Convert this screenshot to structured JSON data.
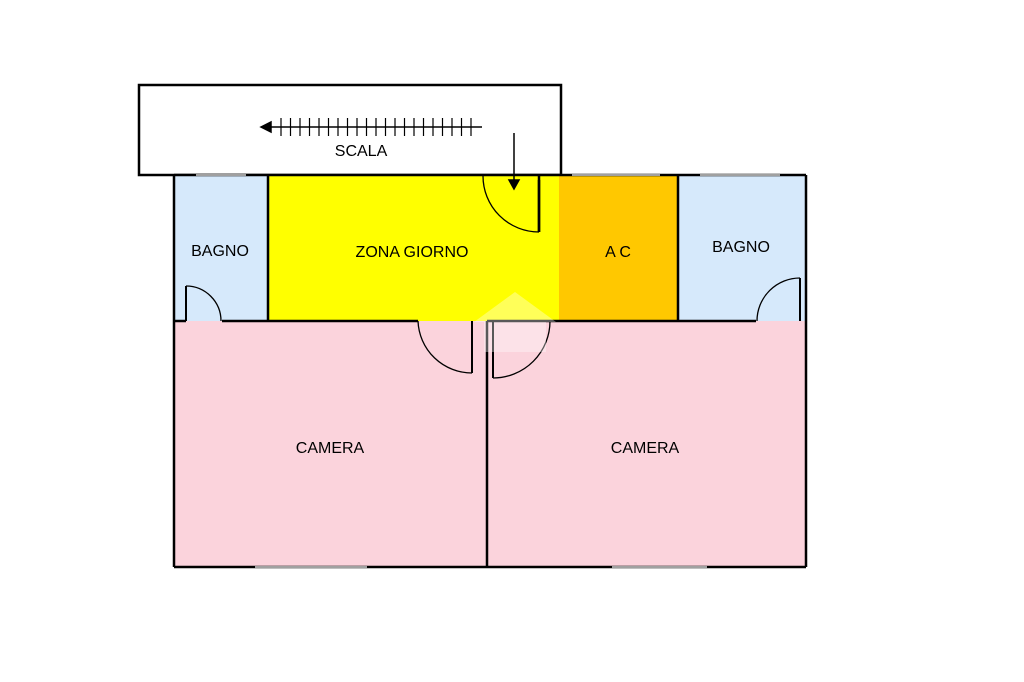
{
  "colors": {
    "bathroom": "#d6e9fb",
    "living": "#ffff00",
    "ac": "#ffc800",
    "bedroom": "#fbd3dc",
    "wall": "#000000",
    "stair_fill": "#ffffff"
  },
  "rooms": {
    "scala": {
      "label": "SCALA"
    },
    "bagno_left": {
      "label": "BAGNO"
    },
    "zona_giorno": {
      "label": "ZONA GIORNO"
    },
    "ac": {
      "label": "A C"
    },
    "bagno_right": {
      "label": "BAGNO"
    },
    "camera_left": {
      "label": "CAMERA"
    },
    "camera_right": {
      "label": "CAMERA"
    }
  }
}
